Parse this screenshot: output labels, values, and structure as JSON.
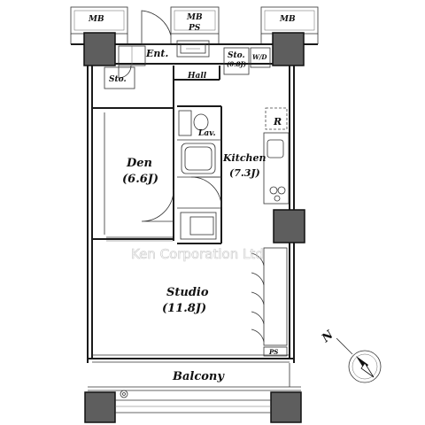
{
  "rooms": {
    "mb_left": "MB",
    "mb_center": "MB",
    "ps_center": "PS",
    "mb_right": "MB",
    "entrance": "Ent.",
    "storage_left": "Sto.",
    "storage_hall": "Sto.",
    "storage_hall_area": "(0.8J)",
    "washer_dryer": "W/D",
    "hall": "Hall",
    "lavatory": "Lav.",
    "refrigerator": "R",
    "kitchen": "Kitchen",
    "kitchen_area": "(7.3J)",
    "den": "Den",
    "den_area": "(6.6J)",
    "studio": "Studio",
    "studio_area": "(11.8J)",
    "ps_bottom": "PS",
    "balcony": "Balcony"
  },
  "watermark": "Ken Corporation Ltd",
  "compass": {
    "north_label": "N"
  },
  "colors": {
    "wall": "#1a1a1a",
    "column": "#5e5e5e",
    "watermark": "#c8c8c8"
  }
}
